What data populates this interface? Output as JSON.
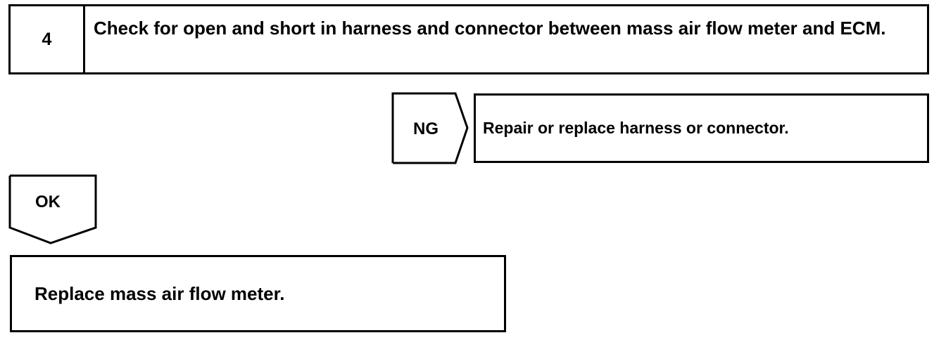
{
  "step": {
    "number": "4",
    "text": "Check for open and short in harness and connector between mass air flow meter and ECM."
  },
  "ng_branch": {
    "label": "NG",
    "action": "Repair or replace harness or connector."
  },
  "ok_branch": {
    "label": "OK",
    "action": "Replace mass air flow meter."
  }
}
